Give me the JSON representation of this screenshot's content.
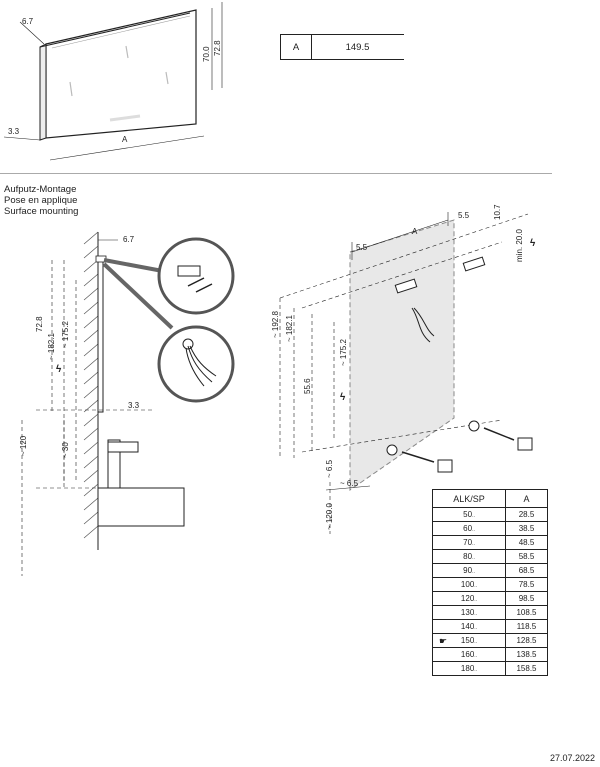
{
  "top": {
    "dims": {
      "depth": "6.7",
      "height_inner": "70.0",
      "height_outer": "72.8",
      "frame": "3.3",
      "width": "A"
    },
    "a_box": {
      "key": "A",
      "value": "149.5"
    }
  },
  "mounting": {
    "de": "Aufputz-Montage",
    "fr": "Pose en applique",
    "en": "Surface mounting"
  },
  "side": {
    "depth": "6.7",
    "h1": "72.8",
    "h2": "~ 182.1",
    "h3": "~ 175.2",
    "frame": "3.3",
    "floor": "~ 120",
    "basin": "~ 30"
  },
  "iso": {
    "a": "A",
    "s1": "5.5",
    "s2": "5.5",
    "top": "10.7",
    "min": "min. 20.0",
    "h1": "~ 192.8",
    "h2": "~ 182.1",
    "h3": "~ 175.2",
    "h4": "55.6",
    "b1": "~ 6.5",
    "b2": "~ 6.5",
    "floor": "~ 120.0"
  },
  "size_table": {
    "col1": "ALK/SP",
    "col2": "A",
    "unit": "..",
    "rows": [
      {
        "size": "50",
        "a": "28.5",
        "selected": false
      },
      {
        "size": "60",
        "a": "38.5",
        "selected": false
      },
      {
        "size": "70",
        "a": "48.5",
        "selected": false
      },
      {
        "size": "80",
        "a": "58.5",
        "selected": false
      },
      {
        "size": "90",
        "a": "68.5",
        "selected": false
      },
      {
        "size": "100",
        "a": "78.5",
        "selected": false
      },
      {
        "size": "120",
        "a": "98.5",
        "selected": false
      },
      {
        "size": "130",
        "a": "108.5",
        "selected": false
      },
      {
        "size": "140",
        "a": "118.5",
        "selected": false
      },
      {
        "size": "150",
        "a": "128.5",
        "selected": true
      },
      {
        "size": "160",
        "a": "138.5",
        "selected": false
      },
      {
        "size": "180",
        "a": "158.5",
        "selected": false
      }
    ]
  },
  "footer": {
    "date": "27.07.2022"
  }
}
